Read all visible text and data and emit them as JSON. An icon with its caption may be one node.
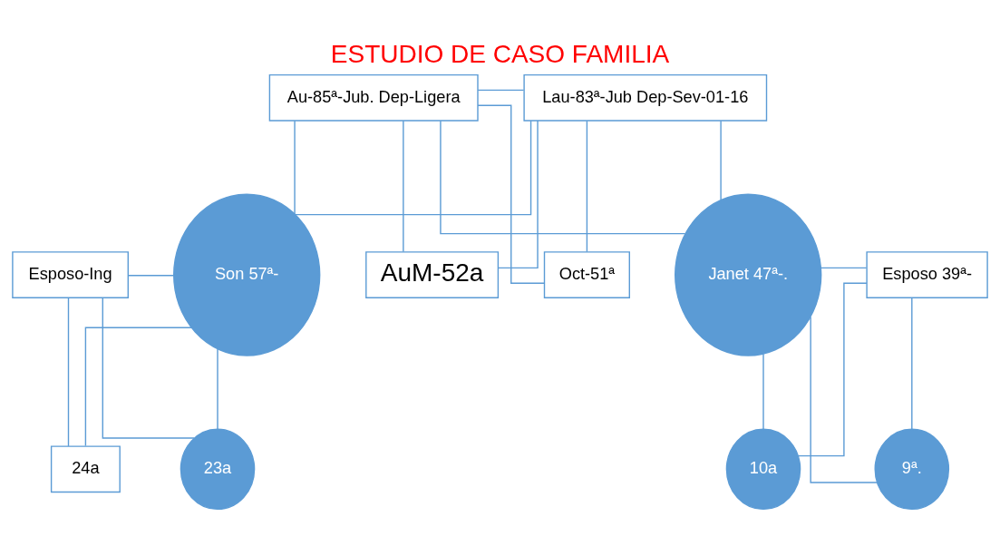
{
  "diagram": {
    "title": "ESTUDIO DE CASO FAMILIA",
    "nodes": [
      {
        "text": [
          "Au-85ª-Jub. Dep-Ligera"
        ]
      },
      {
        "text": [
          "Lau-83ª-Jub Dep-Sev-01-16"
        ]
      },
      {
        "text": [
          "Esposo-Ing"
        ]
      },
      {
        "text": [
          "Son 57ª-"
        ]
      },
      {
        "text": [
          "AuM-52a"
        ]
      },
      {
        "text": [
          "Oct-51ª"
        ]
      },
      {
        "text": [
          "Janet 47ª-."
        ]
      },
      {
        "text": [
          "Esposo 39ª-"
        ]
      },
      {
        "text": [
          "24a"
        ]
      },
      {
        "text": [
          "23a"
        ]
      },
      {
        "text": [
          "10a"
        ]
      },
      {
        "text": [
          "9ª."
        ]
      }
    ],
    "edges": [
      {
        "from": 0,
        "to": 1,
        "arrow": "none"
      },
      {
        "from": 0,
        "to": 3,
        "arrow": "none"
      },
      {
        "from": 1,
        "to": 3,
        "arrow": "none"
      },
      {
        "from": 0,
        "to": 4,
        "arrow": "none"
      },
      {
        "from": 1,
        "to": 4,
        "arrow": "none"
      },
      {
        "from": 0,
        "to": 5,
        "arrow": "none"
      },
      {
        "from": 1,
        "to": 5,
        "arrow": "none"
      },
      {
        "from": 0,
        "to": 6,
        "arrow": "none"
      },
      {
        "from": 1,
        "to": 6,
        "arrow": "none"
      },
      {
        "from": 2,
        "to": 3,
        "arrow": "none"
      },
      {
        "from": 2,
        "to": 8,
        "arrow": "none"
      },
      {
        "from": 3,
        "to": 8,
        "arrow": "none"
      },
      {
        "from": 2,
        "to": 9,
        "arrow": "none"
      },
      {
        "from": 3,
        "to": 9,
        "arrow": "none"
      },
      {
        "from": 6,
        "to": 7,
        "arrow": "none"
      },
      {
        "from": 6,
        "to": 10,
        "arrow": "none"
      },
      {
        "from": 7,
        "to": 10,
        "arrow": "none"
      },
      {
        "from": 6,
        "to": 11,
        "arrow": "none"
      },
      {
        "from": 7,
        "to": 11,
        "arrow": "none"
      }
    ]
  }
}
